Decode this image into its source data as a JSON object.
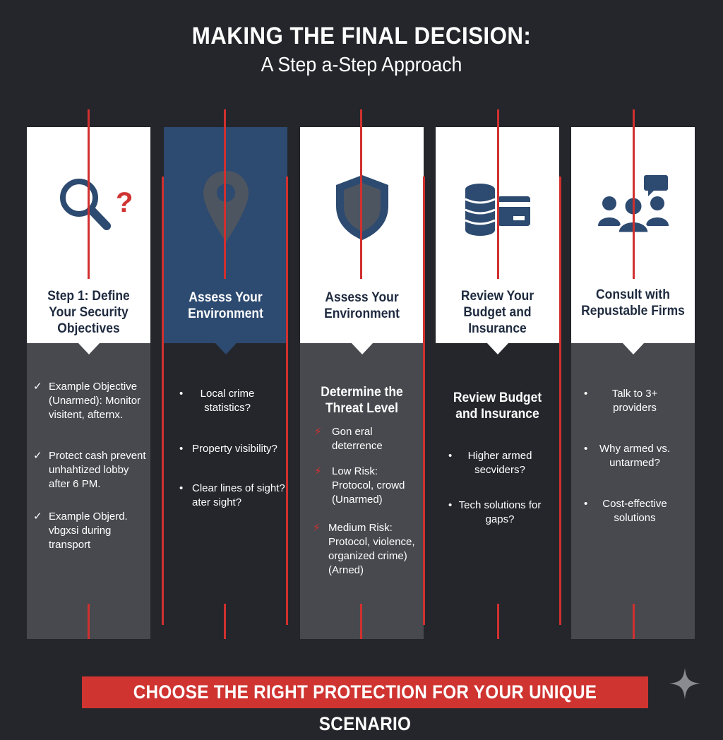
{
  "header": {
    "title": "MAKING THE FINAL DECISION:",
    "subtitle": "A Step a-Step Approach"
  },
  "columns": [
    {
      "icon": "magnifier-question-icon",
      "heading": "Step 1: Define Your Security Objectives",
      "items": [
        "Example Objective (Unarmed): Monitor visitent, afternx.",
        "Protect cash prevent unhahtized lobby after 6 PM.",
        "Example Objerd. vbgxsi during transport"
      ]
    },
    {
      "icon": "location-pin-icon",
      "heading": "Assess Your Environment",
      "items": [
        "Local crime statistics?",
        "Property visibility?",
        "Clear lines of sight? ater sight?"
      ]
    },
    {
      "icon": "shield-icon",
      "heading": "Assess Your Environment",
      "subheading": "Determine the Threat Level",
      "items": [
        "Gon eral deterrence",
        "Low Risk: Protocol, crowd (Unarmed)",
        "Medium Risk: Protocol, violence, organized crime) (Arned)"
      ]
    },
    {
      "icon": "budget-coins-card-icon",
      "heading": "Review Your Budget and Insurance",
      "subheading": "Review Budget and Insurance",
      "items": [
        "Higher armed secviders?",
        "Tech solutions for gaps?"
      ]
    },
    {
      "icon": "consult-people-chat-icon",
      "heading": "Consult with Repustable Firms",
      "items": [
        "Talk to 3+ providers",
        "Why armed vs. untarmed?",
        "Cost-effective solutions"
      ]
    }
  ],
  "banner": {
    "text": "CHOOSE THE RIGHT PROTECTION FOR YOUR UNIQUE SCENARIO"
  },
  "colors": {
    "accent_red": "#cf3431",
    "navy": "#2d4a70",
    "background": "#25262b",
    "panel_gray": "#48494e"
  }
}
